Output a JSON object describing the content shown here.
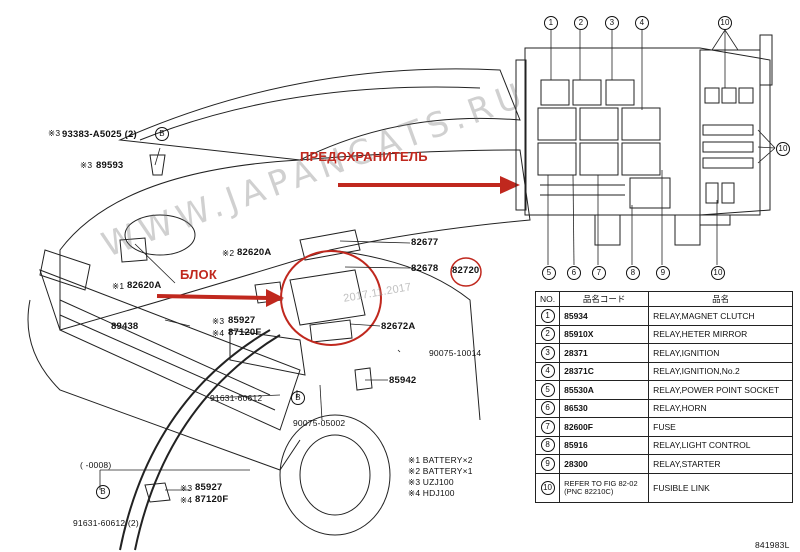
{
  "watermark": "WWW.JAPANCATS.RU",
  "stamp": "2017.11.2017",
  "labels": {
    "fuse_ru": "ПРЕДОХРАНИТЕЛЬ",
    "block_ru": "БЛОК",
    "p93383": "93383-A5025 (2)",
    "p89593": "89593",
    "p82620a_left": "82620A",
    "p82620a_mid": "82620A",
    "p89438": "89438",
    "p85927_a": "85927",
    "p87120f_a": "87120F",
    "p82677": "82677",
    "p82678": "82678",
    "p82720": "82720",
    "p82672a": "82672A",
    "p90075_10014": "90075-10014",
    "p85942": "85942",
    "p91631_60612": "91631-60612",
    "p90075_05002": "90075-05002",
    "p0008": "(    -0008)",
    "p85927_b": "85927",
    "p87120f_b": "87120F",
    "p91631_60612_2": "91631-60612 (2)",
    "mark_b": "B",
    "note1": "※1 BATTERY×2",
    "note2": "※2 BATTERY×1",
    "note3": "※3 UZJ100",
    "note4": "※4 HDJ100",
    "s1": "※1",
    "s3a": "※3",
    "s3b": "※3",
    "s3c": "※3",
    "s3d": "※3",
    "s2": "※2",
    "s4a": "※4",
    "s4b": "※4",
    "figure_code": "841983L"
  },
  "callouts_top": [
    "1",
    "2",
    "3",
    "4",
    "10"
  ],
  "callouts_bottom": [
    "5",
    "6",
    "7",
    "8",
    "9",
    "10"
  ],
  "table": {
    "headers": [
      "NO.",
      "品名コード",
      "品名"
    ],
    "rows": [
      {
        "no": "1",
        "code": "85934",
        "name": "RELAY,MAGNET CLUTCH"
      },
      {
        "no": "2",
        "code": "85910X",
        "name": "RELAY,HETER MIRROR"
      },
      {
        "no": "3",
        "code": "28371",
        "name": "RELAY,IGNITION"
      },
      {
        "no": "4",
        "code": "28371C",
        "name": "RELAY,IGNITION,No.2"
      },
      {
        "no": "5",
        "code": "85530A",
        "name": "RELAY,POWER POINT SOCKET"
      },
      {
        "no": "6",
        "code": "86530",
        "name": "RELAY,HORN"
      },
      {
        "no": "7",
        "code": "82600F",
        "name": "FUSE"
      },
      {
        "no": "8",
        "code": "85916",
        "name": "RELAY,LIGHT CONTROL"
      },
      {
        "no": "9",
        "code": "28300",
        "name": "RELAY,STARTER"
      },
      {
        "no": "10",
        "code": "REFER TO FIG 82-02 (PNC 82210C)",
        "name": "FUSIBLE LINK"
      }
    ]
  },
  "colors": {
    "annotation": "#c0281e",
    "line": "#111111"
  }
}
